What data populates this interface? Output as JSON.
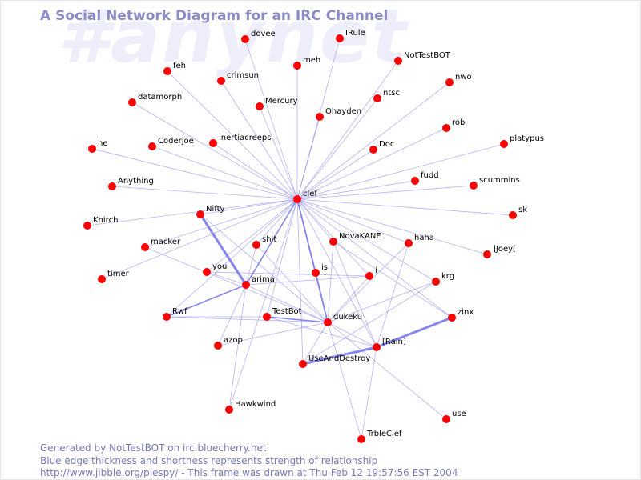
{
  "watermark": "#anynet",
  "title": "A Social Network Diagram for an IRC Channel",
  "footer": {
    "line1": "Generated by NotTestBOT on irc.bluecherry.net",
    "line2": "Blue edge thickness and shortness represents strength of relationship",
    "line3": "http://www.jibble.org/piespy/ - This frame was drawn at Thu Feb 12 19:57:56 EST 2004"
  },
  "colors": {
    "node": "#ff0000",
    "edge": "#8080ee",
    "title": "#8b8bc6",
    "watermark": "#eeeefb"
  },
  "nodes": [
    {
      "id": "clef",
      "label": "clef"
    },
    {
      "id": "dovee",
      "label": "dovee"
    },
    {
      "id": "IRule",
      "label": "IRule"
    },
    {
      "id": "meh",
      "label": "meh"
    },
    {
      "id": "NotTestBOT",
      "label": "NotTestBOT"
    },
    {
      "id": "feh",
      "label": "feh"
    },
    {
      "id": "crimsun",
      "label": "crimsun"
    },
    {
      "id": "nwo",
      "label": "nwo"
    },
    {
      "id": "datamorph",
      "label": "datamorph"
    },
    {
      "id": "Mercury",
      "label": "Mercury"
    },
    {
      "id": "ntsc",
      "label": "ntsc"
    },
    {
      "id": "Ohayden",
      "label": "Ohayden"
    },
    {
      "id": "rob",
      "label": "rob"
    },
    {
      "id": "he",
      "label": "he"
    },
    {
      "id": "Coderjoe",
      "label": "Coderjoe"
    },
    {
      "id": "inertiacreeps",
      "label": "inertiacreeps"
    },
    {
      "id": "Doc",
      "label": "Doc"
    },
    {
      "id": "platypus",
      "label": "platypus"
    },
    {
      "id": "Anything",
      "label": "Anything"
    },
    {
      "id": "fudd",
      "label": "fudd"
    },
    {
      "id": "scummins",
      "label": "scummins"
    },
    {
      "id": "Nifty",
      "label": "Nifty"
    },
    {
      "id": "sk",
      "label": "sk"
    },
    {
      "id": "Knirch",
      "label": "Knirch"
    },
    {
      "id": "shit",
      "label": "shit"
    },
    {
      "id": "NovaKANE",
      "label": "NovaKANE"
    },
    {
      "id": "haha",
      "label": "haha"
    },
    {
      "id": "macker",
      "label": "macker"
    },
    {
      "id": "Joey",
      "label": "]Joey["
    },
    {
      "id": "you",
      "label": "you"
    },
    {
      "id": "is",
      "label": "is"
    },
    {
      "id": "i",
      "label": "i"
    },
    {
      "id": "timer",
      "label": "timer"
    },
    {
      "id": "arima",
      "label": "arima"
    },
    {
      "id": "krg",
      "label": "krg"
    },
    {
      "id": "Rwf",
      "label": "Rwf"
    },
    {
      "id": "TestBot",
      "label": "TestBot"
    },
    {
      "id": "dukeku",
      "label": "dukeku"
    },
    {
      "id": "zinx",
      "label": "zinx"
    },
    {
      "id": "azop",
      "label": "azop"
    },
    {
      "id": "Rain",
      "label": "[Rain]"
    },
    {
      "id": "UseAndDestroy",
      "label": "UseAndDestroy"
    },
    {
      "id": "Hawkwind",
      "label": "Hawkwind"
    },
    {
      "id": "use",
      "label": "use"
    },
    {
      "id": "TrbleClef",
      "label": "TrbleClef"
    }
  ],
  "edges": [
    {
      "from": "clef",
      "to": "dovee",
      "weight": 1
    },
    {
      "from": "clef",
      "to": "IRule",
      "weight": 1
    },
    {
      "from": "clef",
      "to": "meh",
      "weight": 1
    },
    {
      "from": "clef",
      "to": "NotTestBOT",
      "weight": 1
    },
    {
      "from": "clef",
      "to": "feh",
      "weight": 1
    },
    {
      "from": "clef",
      "to": "crimsun",
      "weight": 1
    },
    {
      "from": "clef",
      "to": "nwo",
      "weight": 1
    },
    {
      "from": "clef",
      "to": "datamorph",
      "weight": 1
    },
    {
      "from": "clef",
      "to": "Mercury",
      "weight": 1
    },
    {
      "from": "clef",
      "to": "ntsc",
      "weight": 1
    },
    {
      "from": "clef",
      "to": "Ohayden",
      "weight": 1
    },
    {
      "from": "clef",
      "to": "rob",
      "weight": 1
    },
    {
      "from": "clef",
      "to": "he",
      "weight": 1
    },
    {
      "from": "clef",
      "to": "Coderjoe",
      "weight": 1
    },
    {
      "from": "clef",
      "to": "inertiacreeps",
      "weight": 1
    },
    {
      "from": "clef",
      "to": "Doc",
      "weight": 1
    },
    {
      "from": "clef",
      "to": "platypus",
      "weight": 1
    },
    {
      "from": "clef",
      "to": "Anything",
      "weight": 1
    },
    {
      "from": "clef",
      "to": "fudd",
      "weight": 1
    },
    {
      "from": "clef",
      "to": "scummins",
      "weight": 1
    },
    {
      "from": "clef",
      "to": "Nifty",
      "weight": 1
    },
    {
      "from": "clef",
      "to": "sk",
      "weight": 1
    },
    {
      "from": "clef",
      "to": "Knirch",
      "weight": 1
    },
    {
      "from": "clef",
      "to": "shit",
      "weight": 1
    },
    {
      "from": "clef",
      "to": "NovaKANE",
      "weight": 1
    },
    {
      "from": "clef",
      "to": "haha",
      "weight": 1
    },
    {
      "from": "clef",
      "to": "macker",
      "weight": 1
    },
    {
      "from": "clef",
      "to": "Joey",
      "weight": 1
    },
    {
      "from": "clef",
      "to": "you",
      "weight": 1
    },
    {
      "from": "clef",
      "to": "is",
      "weight": 2
    },
    {
      "from": "clef",
      "to": "i",
      "weight": 1
    },
    {
      "from": "clef",
      "to": "timer",
      "weight": 1
    },
    {
      "from": "clef",
      "to": "arima",
      "weight": 2
    },
    {
      "from": "clef",
      "to": "krg",
      "weight": 1
    },
    {
      "from": "clef",
      "to": "Rwf",
      "weight": 1
    },
    {
      "from": "clef",
      "to": "TestBot",
      "weight": 1
    },
    {
      "from": "clef",
      "to": "dukeku",
      "weight": 2
    },
    {
      "from": "clef",
      "to": "zinx",
      "weight": 1
    },
    {
      "from": "clef",
      "to": "Rain",
      "weight": 1
    },
    {
      "from": "clef",
      "to": "UseAndDestroy",
      "weight": 1
    },
    {
      "from": "clef",
      "to": "Hawkwind",
      "weight": 1
    },
    {
      "from": "Nifty",
      "to": "arima",
      "weight": 3
    },
    {
      "from": "arima",
      "to": "Rwf",
      "weight": 2
    },
    {
      "from": "arima",
      "to": "you",
      "weight": 1
    },
    {
      "from": "arima",
      "to": "i",
      "weight": 1
    },
    {
      "from": "arima",
      "to": "azop",
      "weight": 1
    },
    {
      "from": "arima",
      "to": "Hawkwind",
      "weight": 1
    },
    {
      "from": "arima",
      "to": "dukeku",
      "weight": 1
    },
    {
      "from": "arima",
      "to": "shit",
      "weight": 1
    },
    {
      "from": "Rwf",
      "to": "TestBot",
      "weight": 1
    },
    {
      "from": "Rwf",
      "to": "dukeku",
      "weight": 1
    },
    {
      "from": "TestBot",
      "to": "dukeku",
      "weight": 2
    },
    {
      "from": "TestBot",
      "to": "Rain",
      "weight": 1
    },
    {
      "from": "is",
      "to": "dukeku",
      "weight": 2
    },
    {
      "from": "shit",
      "to": "dukeku",
      "weight": 1
    },
    {
      "from": "Nifty",
      "to": "dukeku",
      "weight": 1
    },
    {
      "from": "macker",
      "to": "dukeku",
      "weight": 1
    },
    {
      "from": "NovaKANE",
      "to": "dukeku",
      "weight": 1
    },
    {
      "from": "NovaKANE",
      "to": "zinx",
      "weight": 1
    },
    {
      "from": "haha",
      "to": "dukeku",
      "weight": 1
    },
    {
      "from": "krg",
      "to": "dukeku",
      "weight": 1
    },
    {
      "from": "i",
      "to": "dukeku",
      "weight": 1
    },
    {
      "from": "dukeku",
      "to": "azop",
      "weight": 1
    },
    {
      "from": "dukeku",
      "to": "UseAndDestroy",
      "weight": 1
    },
    {
      "from": "dukeku",
      "to": "TrbleClef",
      "weight": 1
    },
    {
      "from": "dukeku",
      "to": "use",
      "weight": 1
    },
    {
      "from": "dukeku",
      "to": "Rain",
      "weight": 1
    },
    {
      "from": "Rain",
      "to": "zinx",
      "weight": 3
    },
    {
      "from": "Rain",
      "to": "UseAndDestroy",
      "weight": 3
    },
    {
      "from": "Rain",
      "to": "TrbleClef",
      "weight": 1
    },
    {
      "from": "Rain",
      "to": "haha",
      "weight": 1
    },
    {
      "from": "Rain",
      "to": "NovaKANE",
      "weight": 1
    },
    {
      "from": "UseAndDestroy",
      "to": "krg",
      "weight": 1
    },
    {
      "from": "you",
      "to": "i",
      "weight": 1
    }
  ]
}
